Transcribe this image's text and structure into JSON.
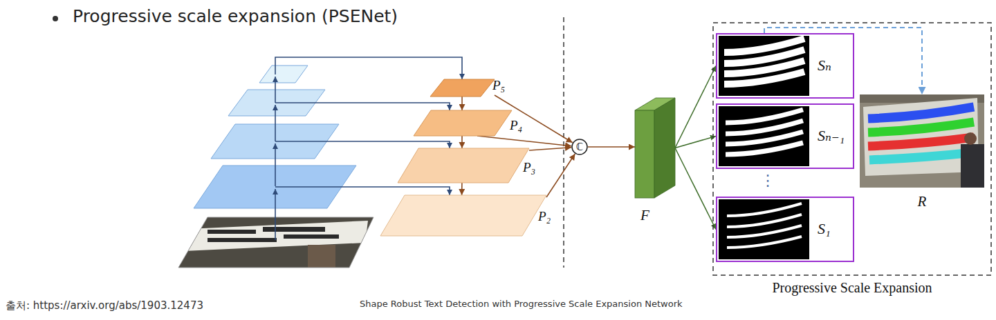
{
  "diagram": {
    "title": "Progressive scale expansion (PSENet)",
    "nodes": [
      {
        "text": [
          "P₅"
        ]
      },
      {
        "text": [
          "P₄"
        ]
      },
      {
        "text": [
          "P₃"
        ]
      },
      {
        "text": [
          "P₂"
        ]
      },
      {
        "text": [
          "ℂ"
        ]
      },
      {
        "text": [
          "F"
        ]
      },
      {
        "text": [
          "Progressive Scale Expansion"
        ]
      },
      {
        "text": [
          "Sₙ"
        ],
        "in": 6
      },
      {
        "text": [
          "Sₙ₋₁"
        ],
        "in": 6
      },
      {
        "text": [
          "S₁"
        ],
        "in": 6
      },
      {
        "text": [
          "R"
        ],
        "in": 6
      }
    ],
    "edges": [
      {
        "from": 0,
        "to": 1,
        "arrow": "to"
      },
      {
        "from": 1,
        "to": 2,
        "arrow": "to"
      },
      {
        "from": 2,
        "to": 3,
        "arrow": "to"
      },
      {
        "from": 0,
        "to": 4,
        "arrow": "to"
      },
      {
        "from": 1,
        "to": 4,
        "arrow": "to"
      },
      {
        "from": 2,
        "to": 4,
        "arrow": "to"
      },
      {
        "from": 3,
        "to": 4,
        "arrow": "to"
      },
      {
        "from": 4,
        "to": 5,
        "arrow": "to"
      },
      {
        "from": 5,
        "to": 7,
        "arrow": "to"
      },
      {
        "from": 5,
        "to": 8,
        "arrow": "to"
      },
      {
        "from": 5,
        "to": 9,
        "arrow": "to"
      },
      {
        "from": 7,
        "to": 10,
        "arrow": "to"
      }
    ],
    "labels": [
      "⋮",
      "출처: https://arxiv.org/abs/1903.12473",
      "Shape Robust Text Detection with Progressive Scale Expansion Network"
    ]
  }
}
